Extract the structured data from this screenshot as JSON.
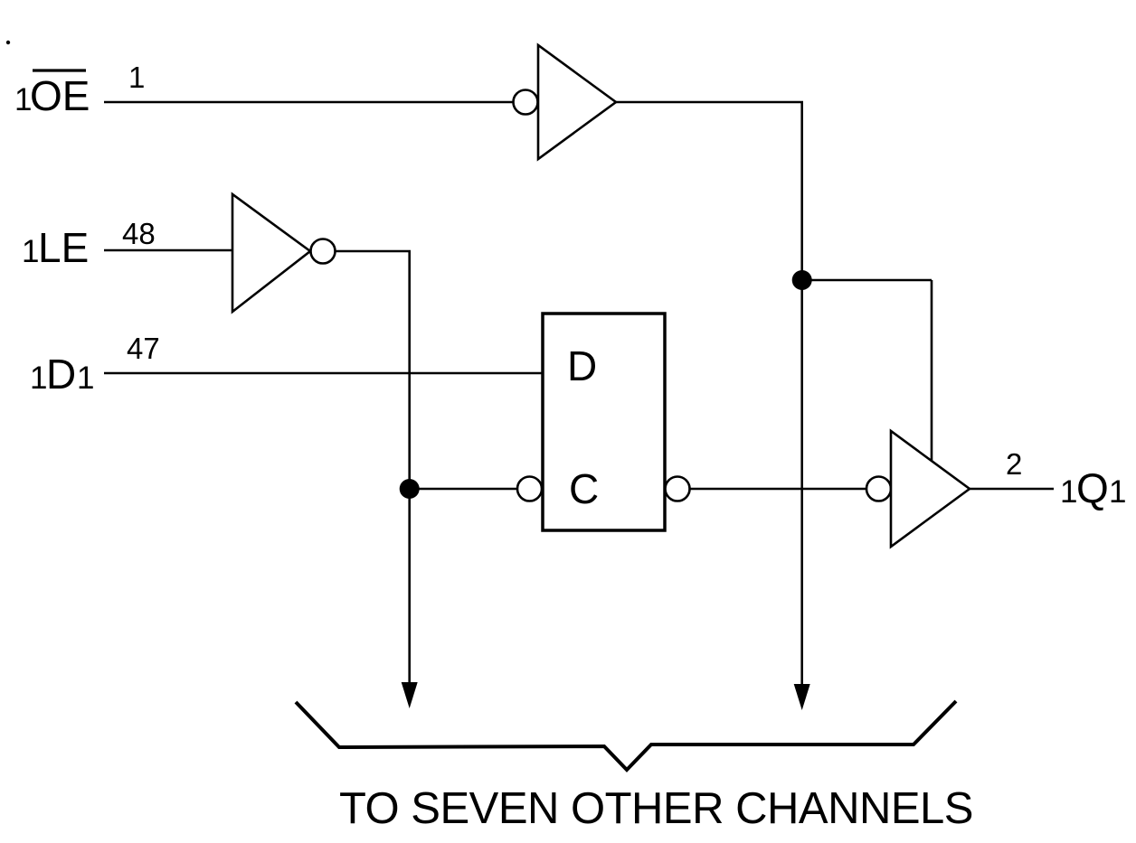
{
  "diagram": {
    "type": "logic-schematic",
    "description": "One channel of an 8-channel transparent latch with 3-state outputs",
    "colors": {
      "line": "#000000",
      "text": "#000000",
      "background": "#ffffff"
    },
    "stray_mark": "."
  },
  "signals": {
    "oe": {
      "prefix": "1",
      "name": "OE",
      "overline": "true",
      "pin": "1"
    },
    "le": {
      "prefix": "1",
      "name": "LE",
      "pin": "48"
    },
    "d1": {
      "prefix": "1",
      "name": "D",
      "suffix": "1",
      "pin": "47"
    },
    "q1": {
      "prefix": "1",
      "name": "Q",
      "suffix": "1",
      "pin": "2"
    }
  },
  "latch": {
    "data_label": "D",
    "clock_label": "C"
  },
  "caption": "TO SEVEN OTHER CHANNELS"
}
